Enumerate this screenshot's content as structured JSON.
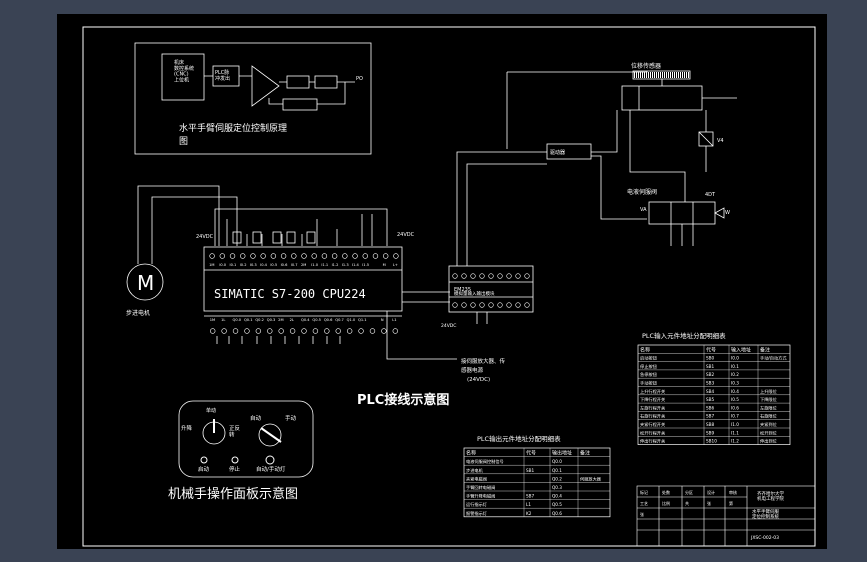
{
  "block_diagram": {
    "caption_line1": "水平手臂伺服定位控制原理",
    "caption_line2": "图",
    "cnc_label": "机床\n数控系统\n(CNC)\n上位机",
    "plc_label": "PLC脉\n冲发出",
    "out_label": "PO"
  },
  "plc": {
    "model": "SIMATIC S7-200 CPU224",
    "supply_left": "24VDC",
    "supply_right": "24VDC",
    "top_terminals": [
      "1M",
      "I0.0",
      "I0.1",
      "I0.2",
      "I0.3",
      "I0.4",
      "I0.5",
      "I0.6",
      "I0.7",
      "2M",
      "I1.0",
      "I1.1",
      "I1.2",
      "I1.3",
      "I1.4",
      "I1.5",
      "",
      "M",
      "L+"
    ],
    "bottom_terminals": [
      "1M",
      "1L",
      "Q0.0",
      "Q0.1",
      "Q0.2",
      "Q0.3",
      "2M",
      "2L",
      "Q0.4",
      "Q0.5",
      "Q0.6",
      "Q0.7",
      "Q1.0",
      "Q1.1",
      "",
      "N",
      "L1"
    ],
    "title": "PLC接线示意图"
  },
  "motor": {
    "symbol": "M",
    "label": "步进电机"
  },
  "em": {
    "line1": "EM235",
    "line2": "模拟量输入输出模块",
    "bottom_label": "24VDC"
  },
  "sensor_label": "位移传感器",
  "driver_label": "驱动器",
  "valve_label": "电液伺服阀",
  "valve_ports": [
    "4DT",
    "VA",
    "V4",
    "W"
  ],
  "amp_note": [
    "接伺服放大器、传",
    "感器电源",
    "(24VDC)"
  ],
  "output_table": {
    "title": "PLC输出元件地址分配明细表",
    "headers": [
      "名称",
      "代号",
      "输出地址",
      "备注"
    ],
    "rows": [
      [
        "电液伺服阀控制信号",
        "",
        "Q0.0",
        ""
      ],
      [
        "步进电机",
        "SB1",
        "Q0.1",
        ""
      ],
      [
        "夹紧电磁阀",
        "",
        "Q0.2",
        "伺服放大器"
      ],
      [
        "手臂回转电磁阀",
        "",
        "Q0.3",
        ""
      ],
      [
        "手臂升降电磁阀",
        "SB7",
        "Q0.4",
        ""
      ],
      [
        "运行指示灯",
        "L1",
        "Q0.5",
        ""
      ],
      [
        "报警指示灯",
        "K2",
        "Q0.6",
        ""
      ]
    ]
  },
  "input_table": {
    "title": "PLC输入元件地址分配明细表",
    "headers": [
      "名称",
      "代号",
      "输入地址",
      "备注"
    ],
    "rows": [
      [
        "启动按钮",
        "SB0",
        "I0.0",
        "手动/自动方式"
      ],
      [
        "停止按钮",
        "SB1",
        "I0.1",
        ""
      ],
      [
        "急停按钮",
        "SB2",
        "I0.2",
        ""
      ],
      [
        "手动按钮",
        "SB3",
        "I0.3",
        ""
      ],
      [
        "上升行程开关",
        "SB4",
        "I0.4",
        "上升限位"
      ],
      [
        "下降行程开关",
        "SB5",
        "I0.5",
        "下降限位"
      ],
      [
        "左旋行程开关",
        "SB6",
        "I0.6",
        "左旋限位"
      ],
      [
        "右旋行程开关",
        "SB7",
        "I0.7",
        "右旋限位"
      ],
      [
        "夹紧行程开关",
        "SB8",
        "I1.0",
        "夹紧到位"
      ],
      [
        "松开行程开关",
        "SB9",
        "I1.1",
        "松开到位"
      ],
      [
        "伸出行程开关",
        "SB10",
        "I1.2",
        "伸出到位"
      ]
    ]
  },
  "panel": {
    "title": "机械手操作面板示意图",
    "knob1_label": "单动",
    "knob1_left": "升降",
    "knob1_right": "正反\n转",
    "knob2_left": "自动",
    "knob2_right": "手动",
    "lamp1": "启动",
    "lamp2": "停止",
    "lamp3": "自动/手动灯"
  },
  "title_block": {
    "school": "齐齐哈尔大学\n机电工程学院",
    "drawing_name": "水平手臂伺服\n定位控制系统",
    "drawing_no": "JXSC-002-03",
    "cells": [
      "标记",
      "处数",
      "分区",
      "设计",
      "审核",
      "工艺",
      "比例",
      "共",
      "张",
      "第",
      "张"
    ]
  }
}
